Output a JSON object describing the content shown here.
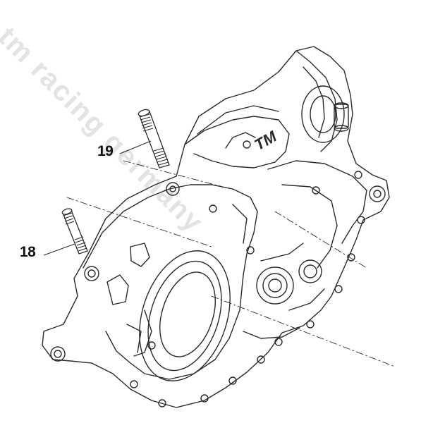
{
  "watermark": "tm racing germany",
  "brand_mark": "TM",
  "callouts": [
    {
      "id": "19",
      "label": "19",
      "part": "stud"
    },
    {
      "id": "18",
      "label": "18",
      "part": "stud"
    }
  ],
  "colors": {
    "line": "#2a2a2a",
    "background": "#ffffff",
    "watermark": "#e3e3e3"
  }
}
